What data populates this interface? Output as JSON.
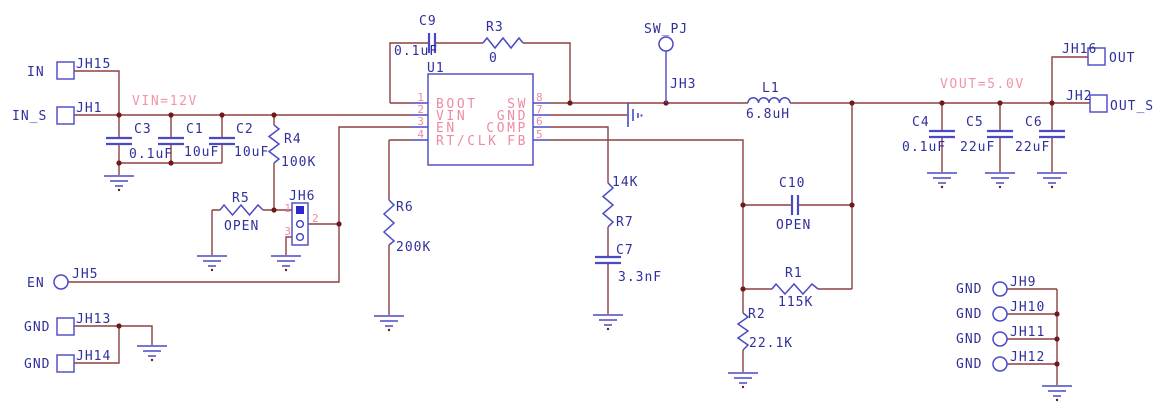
{
  "colors": {
    "wire": "#8e4040",
    "symbol_blue": "#4a4ac4",
    "label_navy": "#30309b",
    "pin_pink": "#ee8ba0",
    "junction_dot": "#6e1a1a",
    "background": "#ffffff"
  },
  "power": {
    "vin_label": "VIN=12V",
    "vout_label": "VOUT=5.0V"
  },
  "connectors": {
    "jh15": {
      "signal": "IN",
      "ref": "JH15"
    },
    "jh1": {
      "signal": "IN_S",
      "ref": "JH1"
    },
    "jh5": {
      "signal": "EN",
      "ref": "JH5"
    },
    "jh13": {
      "signal": "GND",
      "ref": "JH13"
    },
    "jh14": {
      "signal": "GND",
      "ref": "JH14"
    },
    "jh3": {
      "signal": "SW_PJ",
      "ref": "JH3"
    },
    "jh16": {
      "signal": "OUT",
      "ref": "JH16"
    },
    "jh2": {
      "signal": "OUT_S",
      "ref": "JH2"
    },
    "jh9": {
      "signal": "GND",
      "ref": "JH9"
    },
    "jh10": {
      "signal": "GND",
      "ref": "JH10"
    },
    "jh11": {
      "signal": "GND",
      "ref": "JH11"
    },
    "jh12": {
      "signal": "GND",
      "ref": "JH12"
    }
  },
  "jumper": {
    "ref": "JH6",
    "pins": [
      "1",
      "2",
      "3"
    ]
  },
  "ic": {
    "ref": "U1",
    "pins_left": [
      {
        "num": "1",
        "name": "BOOT"
      },
      {
        "num": "2",
        "name": "VIN"
      },
      {
        "num": "3",
        "name": "EN"
      },
      {
        "num": "4",
        "name": "RT/CLK"
      }
    ],
    "pins_right": [
      {
        "num": "8",
        "name": "SW"
      },
      {
        "num": "7",
        "name": "GND"
      },
      {
        "num": "6",
        "name": "COMP"
      },
      {
        "num": "5",
        "name": "FB"
      }
    ]
  },
  "components": {
    "c1": {
      "ref": "C1",
      "value": "10uF"
    },
    "c2": {
      "ref": "C2",
      "value": "10uF"
    },
    "c3": {
      "ref": "C3",
      "value": "0.1uF"
    },
    "c4": {
      "ref": "C4",
      "value": "0.1uF"
    },
    "c5": {
      "ref": "C5",
      "value": "22uF"
    },
    "c6": {
      "ref": "C6",
      "value": "22uF"
    },
    "c7": {
      "ref": "C7",
      "value": "3.3nF"
    },
    "c9": {
      "ref": "C9",
      "value": "0.1uF"
    },
    "c10": {
      "ref": "C10",
      "value": "OPEN"
    },
    "r1": {
      "ref": "R1",
      "value": "115K"
    },
    "r2": {
      "ref": "R2",
      "value": "22.1K"
    },
    "r3": {
      "ref": "R3",
      "value": "0"
    },
    "r4": {
      "ref": "R4",
      "value": "100K"
    },
    "r5": {
      "ref": "R5",
      "value": "OPEN"
    },
    "r6": {
      "ref": "R6",
      "value": "200K"
    },
    "r7": {
      "ref": "R7",
      "value": "14K"
    },
    "l1": {
      "ref": "L1",
      "value": "6.8uH"
    }
  }
}
